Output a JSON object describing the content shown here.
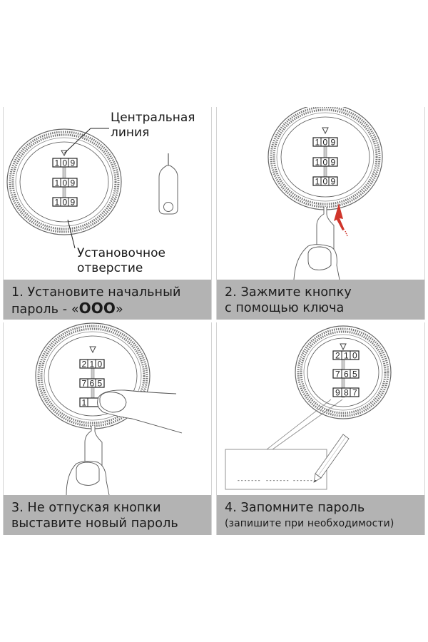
{
  "panels": [
    {
      "step": "1",
      "caption": {
        "line1": "1. Установите начальный",
        "line2_prefix": "пароль - «",
        "line2_code": "OOO",
        "line2_suffix": "»"
      },
      "labels": {
        "center_line": [
          "Центральная",
          "линия"
        ],
        "reset_hole": [
          "Установочное",
          "отверстие"
        ]
      },
      "dials": [
        [
          "1",
          "0",
          "9"
        ],
        [
          "1",
          "0",
          "9"
        ],
        [
          "1",
          "0",
          "9"
        ]
      ],
      "icons": [
        "combination-lock-icon",
        "reset-pin-key-icon"
      ]
    },
    {
      "step": "2",
      "caption": {
        "line1": "2. Зажмите кнопку",
        "line2": "с помощью ключа"
      },
      "dials": [
        [
          "1",
          "0",
          "9"
        ],
        [
          "1",
          "0",
          "9"
        ],
        [
          "1",
          "0",
          "9"
        ]
      ],
      "icons": [
        "combination-lock-icon",
        "finger-press-icon",
        "red-arrow-icon"
      ],
      "accent_color": "#d0352b"
    },
    {
      "step": "3",
      "caption": {
        "line1": "3. Не отпуская кнопки",
        "line2": "выставите новый пароль"
      },
      "dials": [
        [
          "2",
          "1",
          "0"
        ],
        [
          "7",
          "6",
          "5"
        ],
        [
          "1",
          "",
          ""
        ]
      ],
      "icons": [
        "combination-lock-icon",
        "finger-press-icon",
        "hand-turning-icon"
      ]
    },
    {
      "step": "4",
      "caption": {
        "line1": "4. Запомните пароль",
        "line2": "(запишите при необходимости)"
      },
      "dials": [
        [
          "2",
          "1",
          "0"
        ],
        [
          "7",
          "6",
          "5"
        ],
        [
          "9",
          "8",
          "7"
        ]
      ],
      "notepad": {
        "blanks": [
          "-------",
          "-------",
          "-------"
        ]
      },
      "icons": [
        "combination-lock-icon",
        "notepad-icon",
        "pencil-icon"
      ]
    }
  ],
  "colors": {
    "caption_bg": "#b3b3b3",
    "panel_border": "#d4d4d4",
    "line_art": "#444444",
    "arrow": "#d0352b"
  }
}
